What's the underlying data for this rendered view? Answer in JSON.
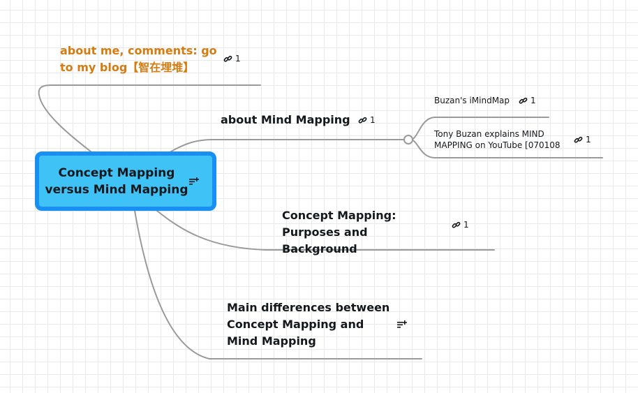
{
  "root": {
    "label": "Concept Mapping versus Mind Mapping",
    "note_icon": "note-add-icon"
  },
  "topics": {
    "about_me": {
      "label": "about me, comments: go to my blog【智在埋堆】",
      "link_count": "1",
      "color": "#d47b11"
    },
    "about_mind_mapping": {
      "label": "about Mind Mapping",
      "link_count": "1",
      "children": [
        {
          "label": "Buzan's iMindMap",
          "link_count": "1"
        },
        {
          "label": "Tony Buzan explains MIND MAPPING on YouTube [070108",
          "link_count": "1"
        }
      ]
    },
    "concept_mapping": {
      "label": "Concept Mapping: Purposes and Background",
      "link_count": "1"
    },
    "main_differences": {
      "label": "Main differences between Concept Mapping and Mind Mapping",
      "note_icon": "note-add-icon"
    }
  },
  "colors": {
    "root_fill": "#3fc3f7",
    "root_border": "#1a8ff2",
    "connector": "#9a9a9a",
    "accent_text": "#d47b11"
  }
}
